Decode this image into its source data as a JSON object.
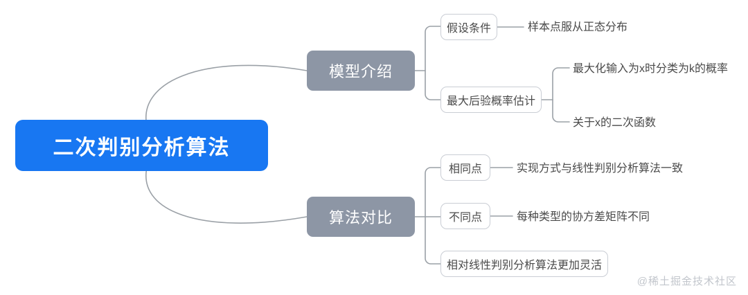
{
  "diagram": {
    "type": "mindmap",
    "title": "二次判别分析算法",
    "watermark": "@稀土掘金技术社区",
    "colors": {
      "root_fill": "#1877F2",
      "root_text": "#ffffff",
      "branch_fill": "#8D96A5",
      "branch_text": "#ffffff",
      "leaf_border": "#C9CDD4",
      "leaf_fill": "#ffffff",
      "text": "#4A4A4A",
      "connector": "#9AA0A6",
      "background": "#ffffff",
      "watermark": "#C2C6CC"
    },
    "root": {
      "label": "二次判别分析算法"
    },
    "branches": [
      {
        "label": "模型介绍",
        "children": [
          {
            "label": "假设条件",
            "children": [
              {
                "label": "样本点服从正态分布"
              }
            ]
          },
          {
            "label": "最大后验概率估计",
            "children": [
              {
                "label": "最大化输入为x时分类为k的概率"
              },
              {
                "label": "关于x的二次函数"
              }
            ]
          }
        ]
      },
      {
        "label": "算法对比",
        "children": [
          {
            "label": "相同点",
            "children": [
              {
                "label": "实现方式与线性判别分析算法一致"
              }
            ]
          },
          {
            "label": "不同点",
            "children": [
              {
                "label": "每种类型的协方差矩阵不同"
              }
            ]
          },
          {
            "label": "相对线性判别分析算法更加灵活",
            "children": []
          }
        ]
      }
    ]
  }
}
